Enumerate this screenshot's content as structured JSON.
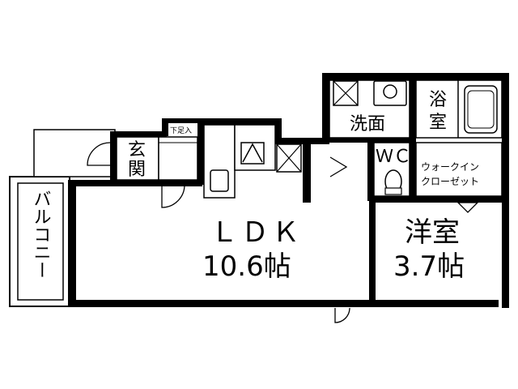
{
  "floorplan": {
    "rooms": {
      "ldk": {
        "label": "ＬＤＫ",
        "size": "10.6帖"
      },
      "western": {
        "label": "洋室",
        "size": "3.7帖"
      },
      "balcony": {
        "label": "バルコニー"
      },
      "entrance": {
        "label_top": "玄",
        "label_bottom": "関"
      },
      "shoe_box": {
        "label": "下足入"
      },
      "washroom": {
        "label": "洗面"
      },
      "bathroom": {
        "label_top": "浴",
        "label_bottom": "室"
      },
      "toilet": {
        "label": "ＷＣ"
      },
      "walk_in_closet": {
        "line1": "ウォークイン",
        "line2": "クローゼット"
      }
    },
    "colors": {
      "wall": "#000000",
      "background": "#ffffff",
      "fixture": "#555555"
    }
  }
}
